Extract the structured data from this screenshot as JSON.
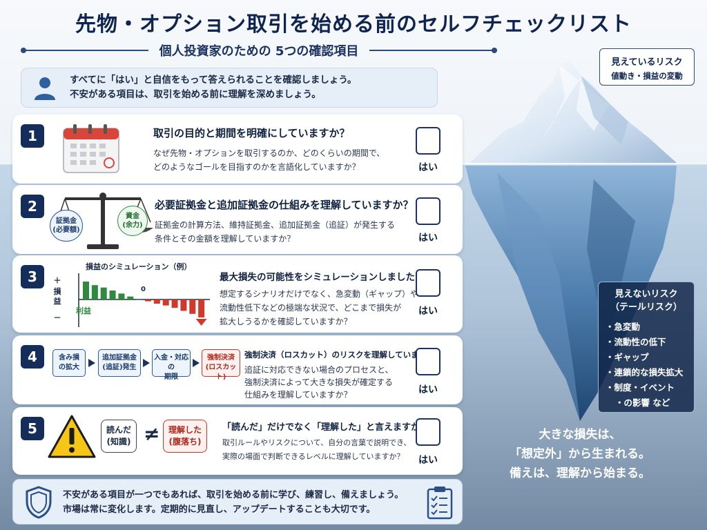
{
  "title": "先物・オプション取引を始める前のセルフチェックリスト",
  "subtitle": "個人投資家のための 5つの確認項目",
  "intro": {
    "line1": "すべてに「はい」と自信をもって答えられることを確認しましょう。",
    "line2": "不安がある項目は、取引を始める前に理解を深めましょう。"
  },
  "checkbox_label": "はい",
  "items": [
    {
      "number": "1",
      "question": "取引の目的と期間を明確にしていますか？",
      "desc1": "なぜ先物・オプションを取引するのか、どのくらいの期間で、",
      "desc2": "どのようなゴールを目指すのかを言語化していますか？"
    },
    {
      "number": "2",
      "question": "必要証拠金と追加証拠金の仕組みを理解していますか？",
      "desc1": "証拠金の計算方法、維持証拠金、追加証拠金（追証）が発生する",
      "desc2": "条件とその金額を理解していますか？",
      "scale_left_1": "証拠金",
      "scale_left_2": "(必要額)",
      "scale_right_1": "資金",
      "scale_right_2": "(余力)"
    },
    {
      "number": "3",
      "question": "最大損失の可能性をシミュレーションしましたか？",
      "desc1": "想定するシナリオだけでなく、急変動（ギャップ）や",
      "desc2": "流動性低下などの極端な状況で、どこまで損失が",
      "desc3": "拡大しうるかを確認していますか？",
      "chart_title": "損益のシミュレーション（例）",
      "axis_plus": "＋",
      "axis_label": "損益",
      "axis_minus": "－",
      "zero_label": "0",
      "profit_label": "利益"
    },
    {
      "number": "4",
      "question": "強制決済（ロスカット）のリスクを理解していますか？",
      "desc1": "追証に対応できない場合のプロセスと、",
      "desc2": "強制決済によって大きな損失が確定する",
      "desc3": "仕組みを理解していますか？",
      "flow": [
        {
          "l1": "含み損",
          "l2": "の拡大"
        },
        {
          "l1": "追加証拠金",
          "l2": "(追証)発生"
        },
        {
          "l1": "入金・対応の",
          "l2": "期限"
        },
        {
          "l1": "強制決済",
          "l2": "(ロスカット)"
        }
      ]
    },
    {
      "number": "5",
      "question": "「読んだ」だけでなく「理解した」と言えますか？",
      "desc1": "取引ルールやリスクについて、自分の言葉で説明でき、",
      "desc2": "実際の場面で判断できるレベルに理解していますか？",
      "read_1": "読んだ",
      "read_2": "(知識)",
      "neq": "≠",
      "understood_1": "理解した",
      "understood_2": "(腹落ち)"
    }
  ],
  "footer": {
    "line1": "不安がある項目が一つでもあれば、取引を始める前に学び、練習し、備えましょう。",
    "line2": "市場は常に変化します。定期的に見直し、アップデートすることも大切です。"
  },
  "visible_risk": {
    "title": "見えているリスク",
    "sub": "値動き・損益の変動"
  },
  "hidden_risk": {
    "title1": "見えないリスク",
    "title2": "（テールリスク）",
    "items": [
      "急変動",
      "流動性の低下",
      "ギャップ",
      "連鎖的な損失拡大",
      "制度・イベント",
      "の影響 など"
    ]
  },
  "bottom_message": {
    "line1": "大きな損失は、",
    "line2": "「想定外」から生まれる。",
    "line3": "備えは、理解から始まる。"
  },
  "chart_data": {
    "type": "bar",
    "title": "損益のシミュレーション（例）",
    "ylabel": "損益",
    "values": [
      3,
      2.4,
      2,
      1.5,
      1,
      0.5,
      0,
      -0.3,
      -0.7,
      -1,
      -1.4,
      -1.9,
      -2.4,
      -3
    ],
    "colors": {
      "positive": "#2e8b3e",
      "negative": "#d03a2c"
    }
  },
  "colors": {
    "navy": "#142d5a",
    "accent_red": "#c0392b",
    "accent_green": "#2e8b3e"
  }
}
